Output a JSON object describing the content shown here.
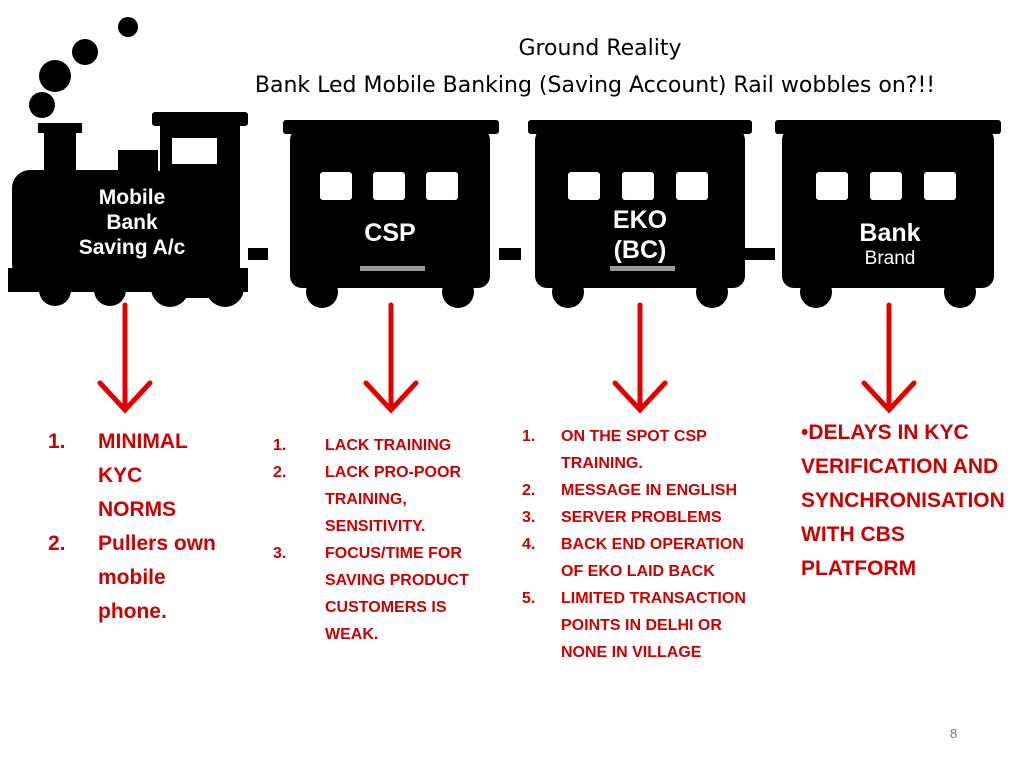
{
  "title": {
    "line1": "Ground Reality",
    "line2": "Bank Led Mobile Banking (Saving Account) Rail wobbles on?!!"
  },
  "train": {
    "engine": {
      "line1": "Mobile",
      "line2": "Bank",
      "line3": "Saving A/c"
    },
    "car_csp": {
      "label": "CSP"
    },
    "car_eko": {
      "line1": "EKO",
      "line2": "(BC)"
    },
    "car_bank": {
      "line1": "Bank",
      "line2": "Brand"
    }
  },
  "columns": {
    "engine_issues": [
      {
        "num": "1.",
        "text": "MINIMAL KYC NORMS"
      },
      {
        "num": "2.",
        "text": "Pullers own mobile phone."
      }
    ],
    "csp_issues": [
      {
        "num": "1.",
        "text": "LACK TRAINING"
      },
      {
        "num": "2.",
        "text": "LACK PRO-POOR TRAINING, SENSITIVITY."
      },
      {
        "num": "3.",
        "text": " FOCUS/TIME FOR SAVING PRODUCT CUSTOMERS IS WEAK."
      }
    ],
    "eko_issues": [
      {
        "num": "1.",
        "text": "ON THE SPOT CSP TRAINING."
      },
      {
        "num": "2.",
        "text": "MESSAGE IN ENGLISH"
      },
      {
        "num": "3.",
        "text": "SERVER PROBLEMS"
      },
      {
        "num": "4.",
        "text": " BACK END OPERATION OF EKO LAID BACK"
      },
      {
        "num": "5.",
        "text": "LIMITED TRANSACTION POINTS IN DELHI OR NONE IN VILLAGE"
      }
    ],
    "bank_issue": "•DELAYS IN KYC VERIFICATION AND SYNCHRONISATION WITH CBS PLATFORM"
  },
  "page_number": "8",
  "colors": {
    "arrow": "#e00000",
    "text_red": "#cc0000",
    "train": "#000000"
  }
}
